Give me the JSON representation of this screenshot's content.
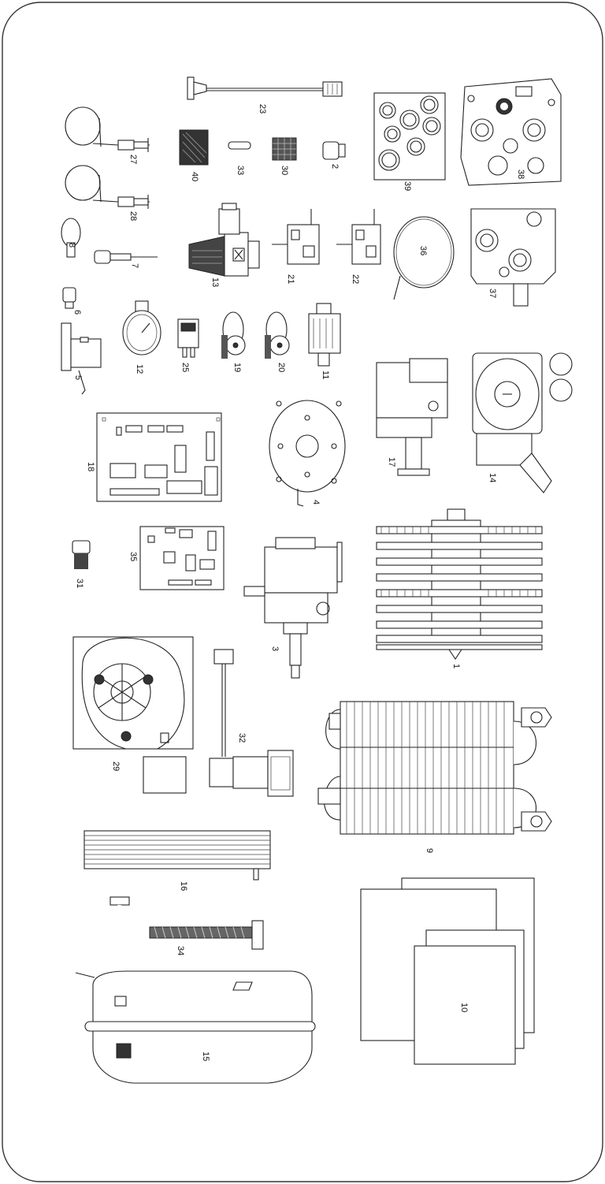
{
  "labels": {
    "p1": "1",
    "p2": "2",
    "p3": "3",
    "p4": "4",
    "p5": "5",
    "p6": "6",
    "p7": "7",
    "p8": "8",
    "p9": "9",
    "p10": "10",
    "p11": "11",
    "p12": "12",
    "p13": "13",
    "p14": "14",
    "p15": "15",
    "p16": "16",
    "p17": "17",
    "p18": "18",
    "p19": "19",
    "p20": "20",
    "p21": "21",
    "p22": "22",
    "p23": "23",
    "p25": "25",
    "p27": "27",
    "p28": "28",
    "p29": "29",
    "p30": "30",
    "p31": "31",
    "p32": "32",
    "p33": "33",
    "p34": "34",
    "p35": "35",
    "p36": "36",
    "p37": "37",
    "p38": "38",
    "p39": "39",
    "p40": "40"
  }
}
